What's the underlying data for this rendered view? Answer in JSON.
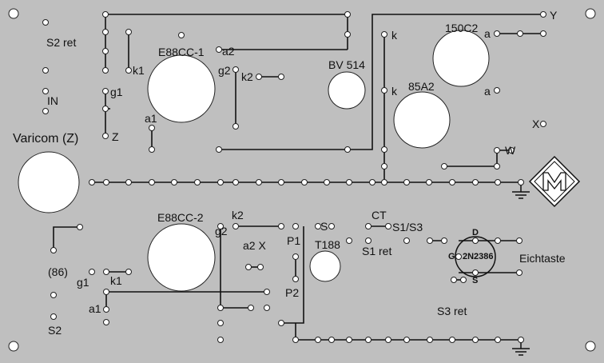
{
  "labels": {
    "s2_ret": "S2 ret",
    "in": "IN",
    "varicom": "Varicom (Z)",
    "e88cc_1": "E88CC-1",
    "k1_top": "k1",
    "g1_top": "g1",
    "z": "Z",
    "a1_top": "a1",
    "a2_top": "a2",
    "g2_top": "g2",
    "k2_top": "k2",
    "bv514": "BV 514",
    "k_upper": "k",
    "k_lower": "k",
    "tube_150c2": "150C2",
    "a_150c2": "a",
    "a_lower": "a",
    "tube_85a2": "85A2",
    "y": "Y",
    "x_right": "X",
    "w": "W",
    "e88cc_2": "E88CC-2",
    "k2_bottom": "k2",
    "g2_bottom": "g2",
    "a2x": "a2 X",
    "p1": "P1",
    "p2": "P2",
    "t188": "T188",
    "s": "S",
    "ct": "CT",
    "s1_s3": "S1/S3",
    "s1_ret": "S1 ret",
    "d": "D",
    "g": "G",
    "transistor": "2N2386",
    "s_bottom": "S",
    "eichtaste": "Eichtaste",
    "n86": "(86)",
    "g1_bottom": "g1",
    "k1_bottom": "k1",
    "a1_bottom": "a1",
    "s2": "S2",
    "s3_ret": "S3 ret"
  },
  "colors": {
    "panel": "#bfbfbf",
    "wire": "#111111",
    "hole_fill": "#ffffff",
    "hole_stroke": "#222222"
  }
}
